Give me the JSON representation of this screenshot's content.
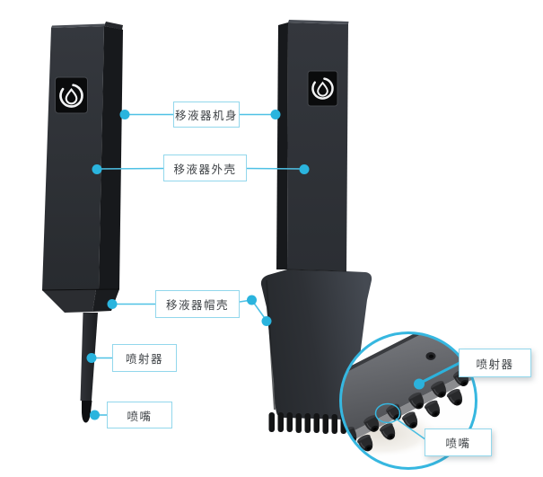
{
  "figure": {
    "type": "product-annotation-diagram",
    "background_color": "#ffffff",
    "accent_color": "#2fb6e0",
    "label_border_color": "#92d7ec",
    "label_text_color": "#3f4347",
    "icons": {
      "device_logo": "droplet-logo"
    },
    "callouts": {
      "body": {
        "text": "移液器机身"
      },
      "shell": {
        "text": "移液器外壳"
      },
      "cap": {
        "text": "移液器帽壳"
      },
      "ejector": {
        "text": "喷射器"
      },
      "nozzle": {
        "text": "喷嘴"
      }
    }
  }
}
